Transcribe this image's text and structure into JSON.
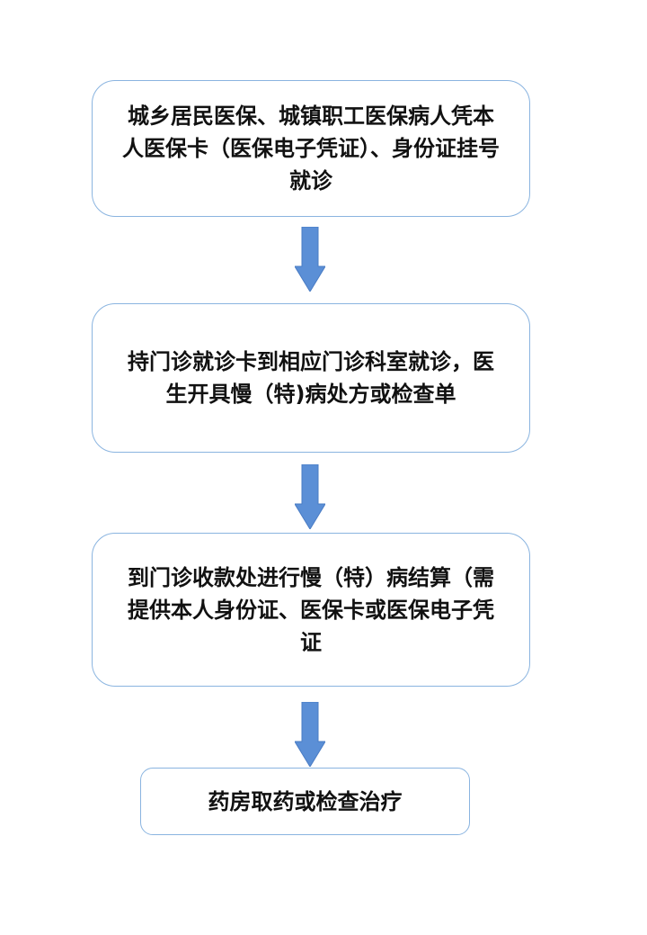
{
  "flowchart": {
    "steps": [
      {
        "text": "城乡居民医保、城镇职工医保病人凭本人医保卡（医保电子凭证）、身份证挂号就诊"
      },
      {
        "text": "持门诊就诊卡到相应门诊科室就诊，医生开具慢（特)病处方或检查单"
      },
      {
        "text": "到门诊收款处进行慢（特）病结算（需提供本人身份证、医保卡或医保电子凭证"
      },
      {
        "text": "药房取药或检查治疗"
      }
    ],
    "colors": {
      "box_border": "#8ab4e0",
      "arrow_fill": "#5b8fd6",
      "arrow_stroke": "#4a7cc4"
    }
  }
}
